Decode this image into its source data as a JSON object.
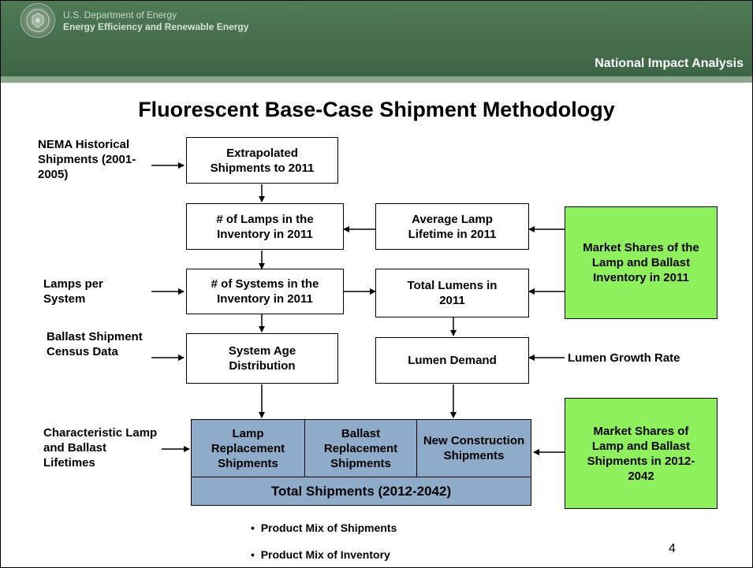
{
  "header": {
    "agency_line1": "U.S. Department of Energy",
    "agency_line2": "Energy Efficiency and Renewable Energy",
    "section": "National Impact Analysis",
    "colors": {
      "header_green": "#47714e",
      "box_green": "#8ef05d",
      "box_blue": "#8eabc9"
    }
  },
  "title": "Fluorescent Base-Case Shipment Methodology",
  "inputs": {
    "nema": "NEMA Historical Shipments (2001-2005)",
    "lamps_per_system": "Lamps per System",
    "ballast_census": "Ballast Shipment Census Data",
    "lifetimes": "Characteristic Lamp and Ballast Lifetimes",
    "lumen_growth": "Lumen Growth Rate"
  },
  "boxes": {
    "extrapolated": "Extrapolated Shipments to 2011",
    "lamps_inventory": "# of Lamps in the Inventory in 2011",
    "avg_lifetime": "Average Lamp Lifetime in 2011",
    "market_shares_inventory": "Market Shares of the Lamp and Ballast Inventory in 2011",
    "systems_inventory": "# of Systems in the Inventory in 2011",
    "total_lumens": "Total Lumens in 2011",
    "age_distribution": "System Age Distribution",
    "lumen_demand": "Lumen Demand",
    "lamp_replacement": "Lamp Replacement Shipments",
    "ballast_replacement": "Ballast Replacement Shipments",
    "new_construction": "New Construction Shipments",
    "total_shipments": "Total Shipments (2012-2042)",
    "market_shares_shipments": "Market Shares of Lamp and Ballast Shipments in 2012-2042"
  },
  "bullets": [
    "Product Mix of Shipments",
    "Product Mix of Inventory"
  ],
  "page_number": "4"
}
